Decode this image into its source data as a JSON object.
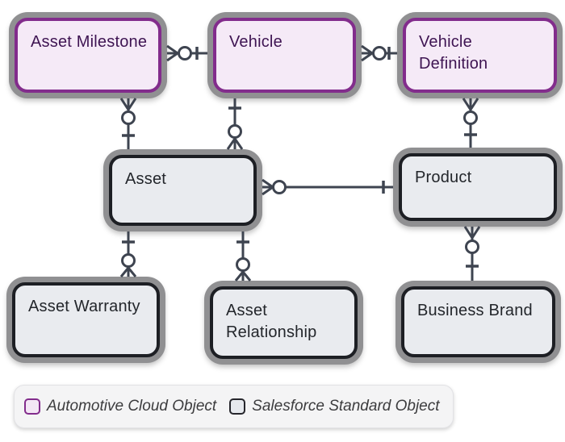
{
  "diagram": {
    "kind": "entity-relationship-diagram",
    "entities": [
      {
        "id": "asset-milestone",
        "label": "Asset Milestone",
        "type": "automotive"
      },
      {
        "id": "vehicle",
        "label": "Vehicle",
        "type": "automotive"
      },
      {
        "id": "vehicle-definition",
        "label": "Vehicle Definition",
        "type": "automotive"
      },
      {
        "id": "asset",
        "label": "Asset",
        "type": "standard"
      },
      {
        "id": "product",
        "label": "Product",
        "type": "standard"
      },
      {
        "id": "asset-warranty",
        "label": "Asset Warranty",
        "type": "standard"
      },
      {
        "id": "asset-relationship",
        "label": "Asset Relationship",
        "type": "standard"
      },
      {
        "id": "business-brand",
        "label": "Business Brand",
        "type": "standard"
      }
    ],
    "relationships": [
      {
        "from": "Asset Milestone",
        "to": "Vehicle",
        "from_end": "zero-or-many",
        "to_end": "one"
      },
      {
        "from": "Vehicle",
        "to": "Vehicle Definition",
        "from_end": "zero-or-many",
        "to_end": "one"
      },
      {
        "from": "Asset Milestone",
        "to": "Asset",
        "from_end": "zero-or-many",
        "to_end": "one"
      },
      {
        "from": "Asset",
        "to": "Vehicle",
        "from_end": "zero-or-many",
        "to_end": "one"
      },
      {
        "from": "Vehicle Definition",
        "to": "Product",
        "from_end": "zero-or-many",
        "to_end": "one"
      },
      {
        "from": "Asset",
        "to": "Product",
        "from_end": "zero-or-many",
        "to_end": "one"
      },
      {
        "from": "Asset Warranty",
        "to": "Asset",
        "from_end": "zero-or-many",
        "to_end": "one"
      },
      {
        "from": "Asset Relationship",
        "to": "Asset",
        "from_end": "zero-or-many",
        "to_end": "one"
      },
      {
        "from": "Product",
        "to": "Business Brand",
        "from_end": "zero-or-many",
        "to_end": "one"
      }
    ]
  },
  "legend": {
    "items": [
      {
        "label": "Automotive Cloud Object",
        "type": "automotive"
      },
      {
        "label": "Salesforce Standard Object",
        "type": "standard"
      }
    ]
  },
  "colors": {
    "automotive_border": "#822c8c",
    "automotive_fill": "#f5eaf7",
    "automotive_text": "#3e1452",
    "standard_border": "#1d1f24",
    "standard_fill": "#e9ebef",
    "standard_text": "#23262b",
    "outer_ring": "#909092",
    "connector": "#3e4450",
    "legend_bg": "#f4f4f5",
    "legend_text": "#3c3c3e"
  }
}
